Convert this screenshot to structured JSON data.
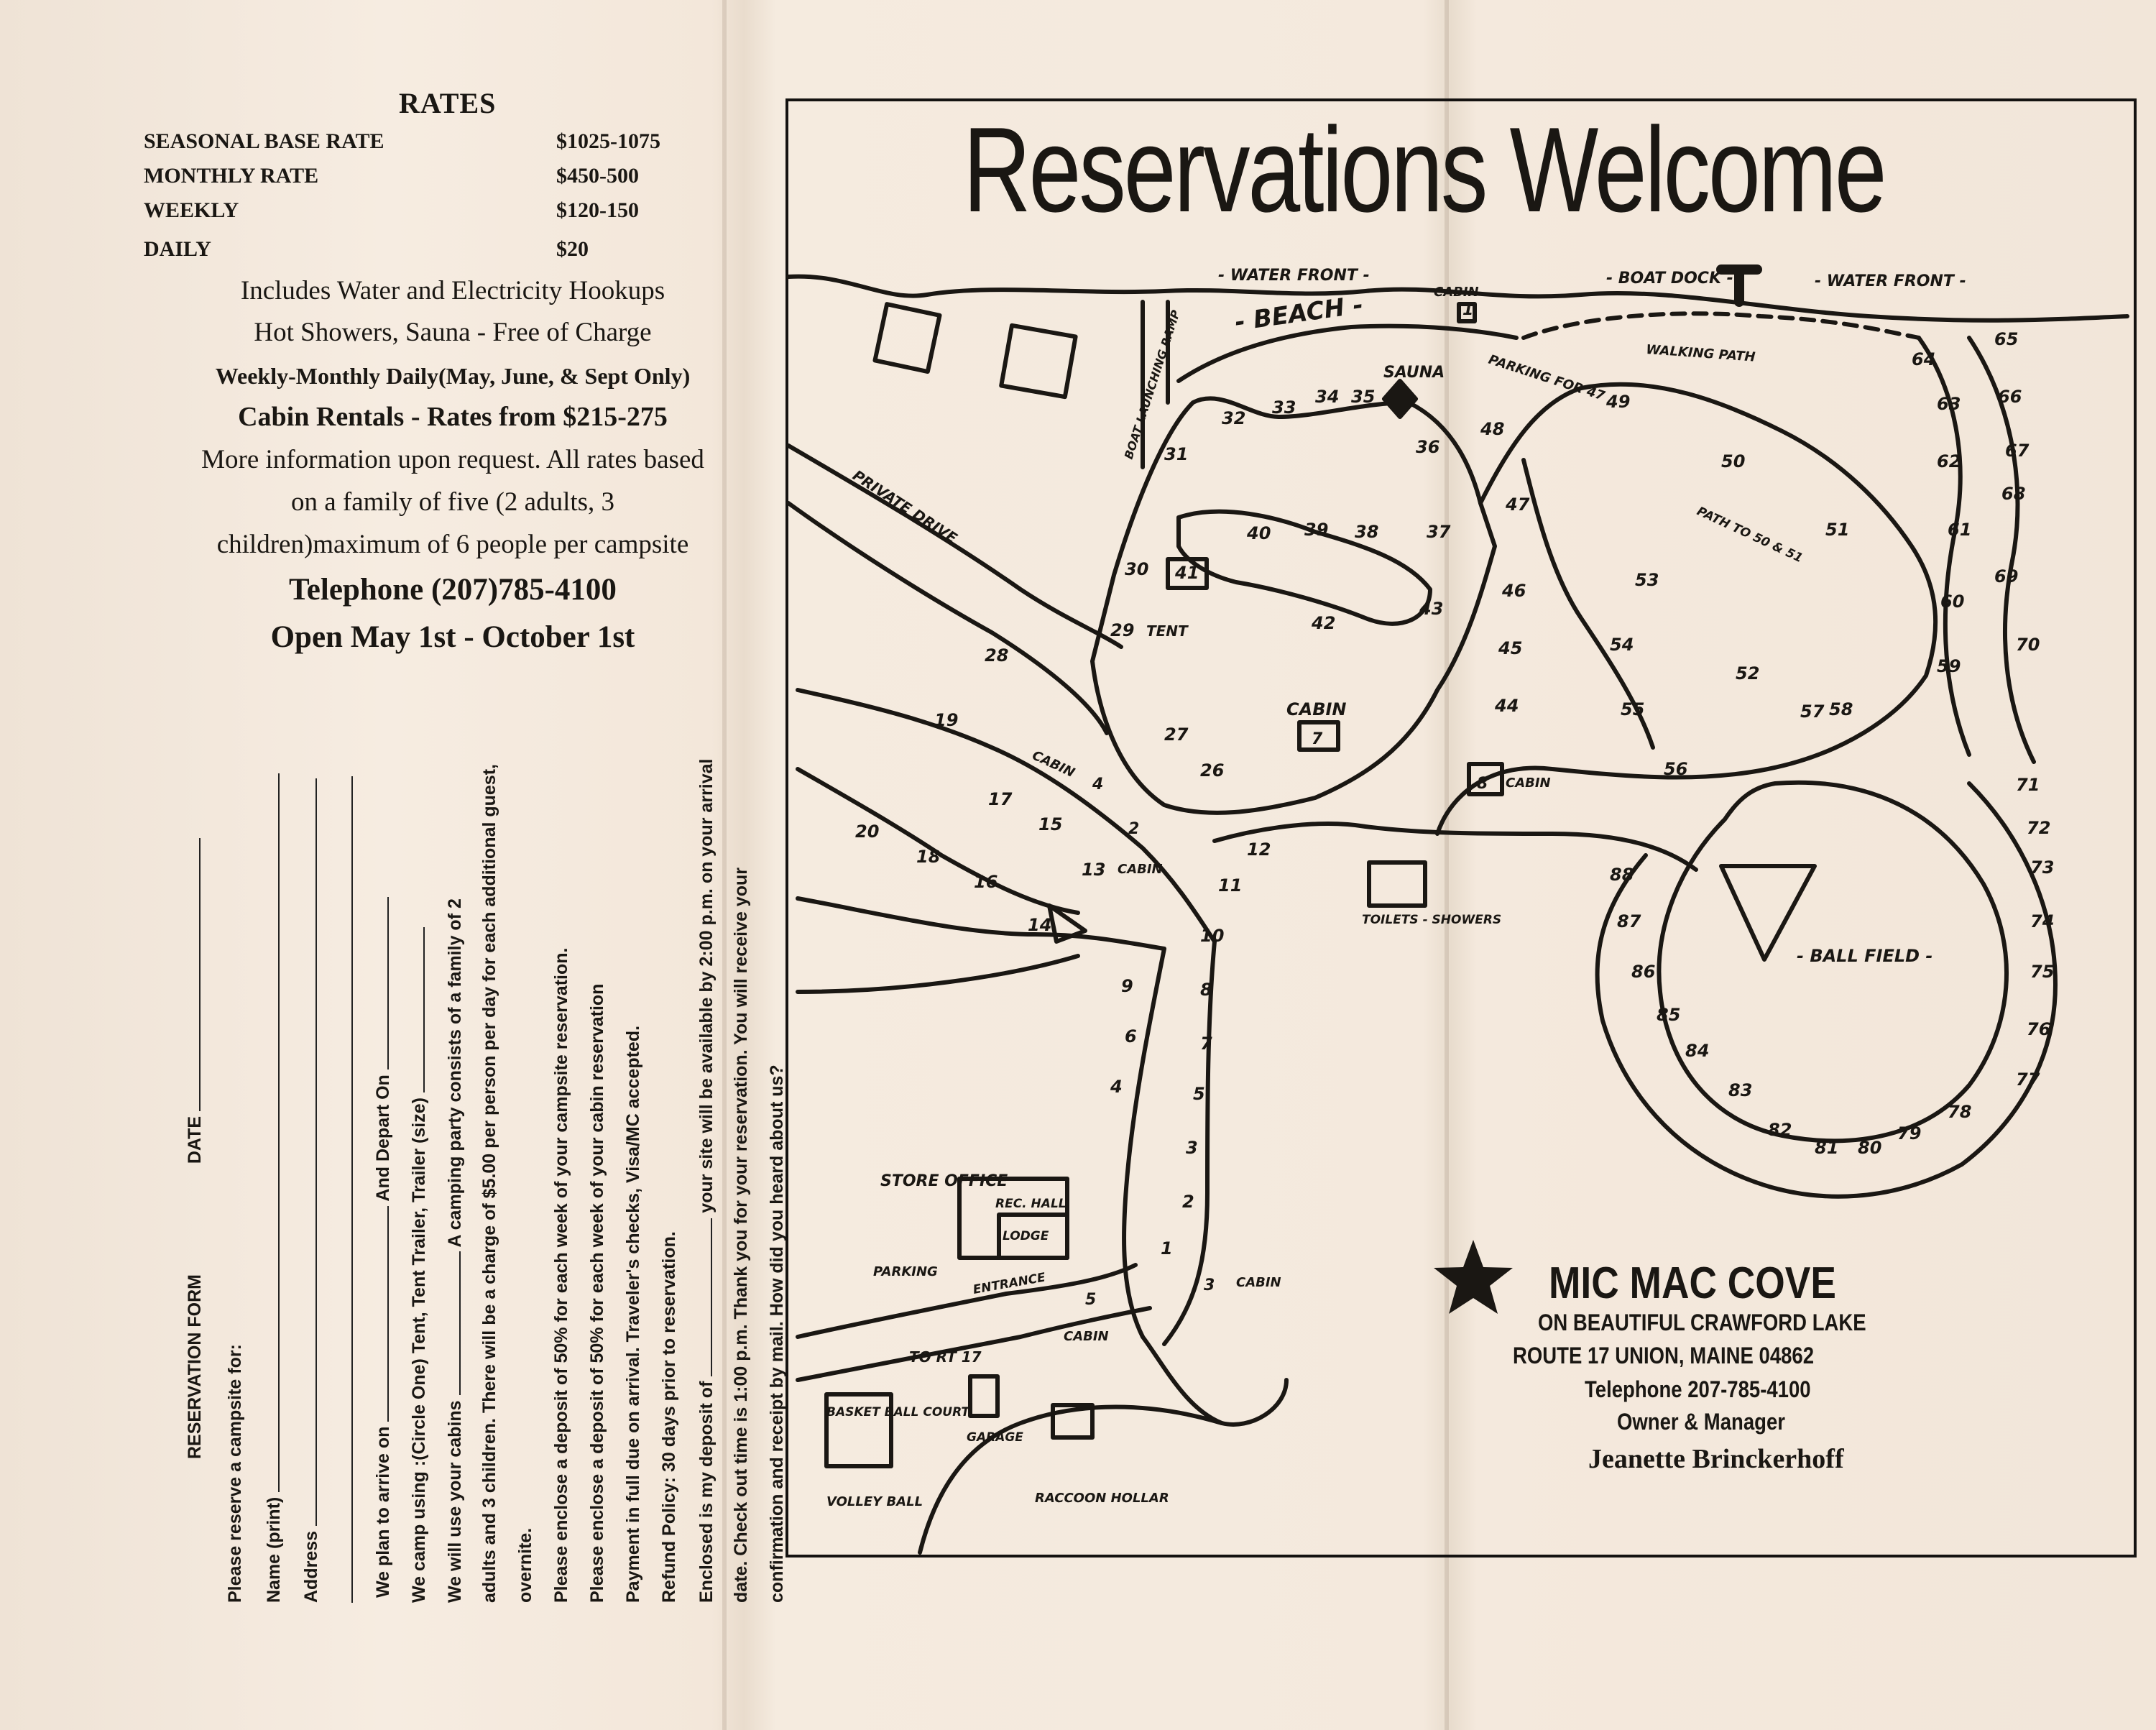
{
  "rates": {
    "title": "RATES",
    "rows": [
      {
        "label": "SEASONAL BASE RATE",
        "value": "$1025-1075"
      },
      {
        "label": "MONTHLY RATE",
        "value": "$450-500"
      },
      {
        "label": "WEEKLY",
        "value": "$120-150"
      },
      {
        "label": "DAILY",
        "value": "$20"
      }
    ],
    "includes": "Includes Water and Electricity Hookups",
    "showers": "Hot Showers, Sauna - Free of Charge",
    "season_note": "Weekly-Monthly Daily(May, June, & Sept Only)",
    "cabin_rentals": "Cabin Rentals  -  Rates from $215-275",
    "info_1": "More information upon request.  All rates based",
    "info_2": "on a family of five (2 adults, 3",
    "info_3": "children)maximum of 6 people per campsite",
    "telephone": "Telephone (207)785-4100",
    "open": "Open May 1st - October 1st"
  },
  "form": {
    "title": "RESERVATION FORM",
    "date": "DATE",
    "reserve": "Please reserve a campsite for:",
    "name": "Name (print)",
    "address": "Address",
    "arrive": "We plan to arrive on",
    "depart": "And Depart On",
    "camp_using": "We camp using :(Circle One) Tent, Tent Trailer, Trailer (size)",
    "cabins": "We will use your cabins",
    "party": "A camping party consists of a family of 2",
    "charge": "adults and 3 children.  There will be a charge of $5.00 per person per day for each additional guest,",
    "overnite": "overnite.",
    "deposit_site": "Please enclose a deposit of 50% for each week of your campsite reservation.",
    "deposit_cabin": "Please enclose a deposit of 50% for each week of your cabin reservation",
    "payment": "Payment in full due on arrival.  Traveler's checks, Visa/MC accepted.",
    "refund": "Refund Policy:  30 days prior to reservation.",
    "enclosed": "Enclosed is my deposit of",
    "available": "your site will be available by 2:00 p.m. on your arrival",
    "checkout": "date.  Check out time is 1:00 p.m. Thank you for your reservation.  You will receive your",
    "confirmation": "confirmation and receipt by mail. How did you heard about us?"
  },
  "map": {
    "title": "Reservations  Welcome",
    "labels": {
      "water_front_left": "- WATER FRONT -",
      "water_front_right": "- WATER FRONT -",
      "boat_dock": "- BOAT DOCK -",
      "beach": "- BEACH -",
      "cabin_top": "CABIN",
      "walking_path": "WALKING PATH",
      "boat_launch": "BOAT LAUNCHING RAMP",
      "sauna": "SAUNA",
      "parking": "PARKING FOR 47",
      "private_drive": "PRIVATE DRIVE",
      "path_to": "PATH TO 50 & 51",
      "tent": "TENT",
      "cabin_mid": "CABIN",
      "cabin_8": "CABIN",
      "cabin_left1": "CABIN",
      "cabin_left2": "CABIN",
      "toilets": "TOILETS - SHOWERS",
      "ball_field": "- BALL FIELD -",
      "store": "STORE OFFICE",
      "rec_hall": "REC. HALL",
      "lodge": "LODGE",
      "entrance": "ENTRANCE",
      "parking_lot": "PARKING",
      "cabin_bottom1": "CABIN",
      "cabin_bottom2": "CABIN",
      "to_rt": "TO RT 17",
      "basketball": "BASKET BALL COURT",
      "volleyball": "VOLLEY BALL",
      "garage": "GARAGE",
      "raccoon": "RACCOON HOLLAR"
    },
    "sites": [
      "1",
      "2",
      "3",
      "4",
      "5",
      "6",
      "7",
      "8",
      "9",
      "10",
      "11",
      "12",
      "13",
      "14",
      "15",
      "16",
      "17",
      "18",
      "19",
      "20",
      "26",
      "27",
      "28",
      "29",
      "30",
      "31",
      "32",
      "33",
      "34",
      "35",
      "36",
      "37",
      "38",
      "39",
      "40",
      "41",
      "42",
      "43",
      "44",
      "45",
      "46",
      "47",
      "48",
      "49",
      "50",
      "51",
      "52",
      "53",
      "54",
      "55",
      "56",
      "57",
      "58",
      "59",
      "60",
      "61",
      "62",
      "63",
      "64",
      "65",
      "66",
      "67",
      "68",
      "69",
      "70",
      "71",
      "72",
      "73",
      "74",
      "75",
      "76",
      "77",
      "78",
      "79",
      "80",
      "81",
      "82",
      "83",
      "84",
      "85",
      "86",
      "87",
      "88"
    ],
    "cabin_numbers": [
      "1",
      "2",
      "3",
      "4",
      "5",
      "7",
      "8"
    ]
  },
  "cove": {
    "name": "MIC MAC COVE",
    "subtitle": "ON BEAUTIFUL CRAWFORD LAKE",
    "address": "ROUTE 17   UNION, MAINE   04862",
    "telephone": "Telephone 207-785-4100",
    "role": "Owner & Manager",
    "owner": "Jeanette Brinckerhoff"
  }
}
